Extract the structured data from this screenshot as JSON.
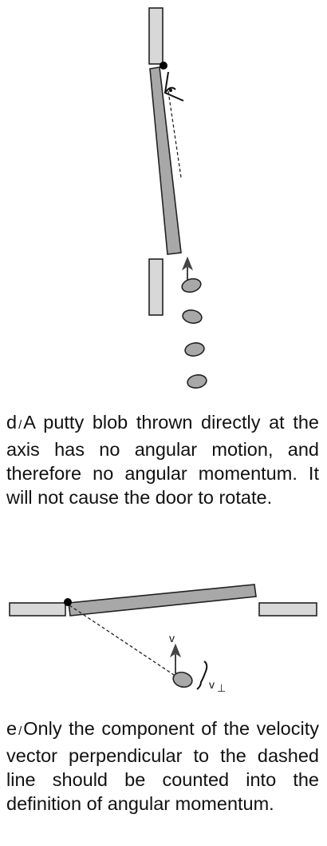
{
  "figure_d": {
    "caption_label": "d",
    "caption_separator": "/",
    "caption_text": "A putty blob thrown directly at the axis has no angular motion, and therefore no angular momentum. It will not cause the door to rotate."
  },
  "figure_e": {
    "velocity_label": "v",
    "perp_label_base": "v",
    "perp_label_sub": "⊥",
    "caption_label": "e",
    "caption_separator": "/",
    "caption_text": "Only the component of the velocity vector perpendicular to the dashed line should be counted into the definition of angular momentum."
  },
  "colors": {
    "wall": "#d8d8d8",
    "door": "#a8a8a8",
    "outline": "#222222",
    "arrow": "#444444"
  }
}
